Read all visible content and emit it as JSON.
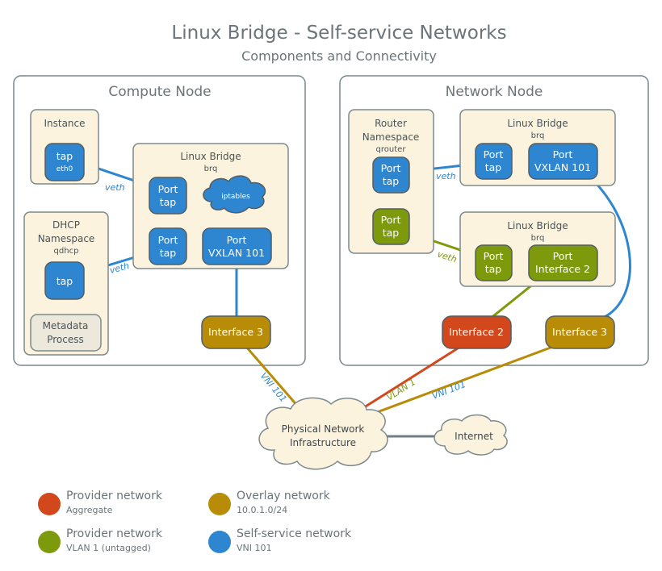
{
  "title": "Linux Bridge - Self-service Networks",
  "subtitle": "Components and Connectivity",
  "compute": {
    "title": "Compute Node",
    "instance": {
      "label": "Instance",
      "tap": "tap",
      "tap_sub": "eth0"
    },
    "dhcp": {
      "label1": "DHCP",
      "label2": "Namespace",
      "sub": "qdhcp",
      "tap": "tap",
      "meta1": "Metadata",
      "meta2": "Process"
    },
    "bridge": {
      "label": "Linux Bridge",
      "sub": "brq",
      "port_tap1_a": "Port",
      "port_tap1_b": "tap",
      "iptables": "iptables",
      "port_tap2_a": "Port",
      "port_tap2_b": "tap",
      "vxlan_a": "Port",
      "vxlan_b": "VXLAN 101"
    },
    "interface3": "Interface 3",
    "veth1": "veth",
    "veth2": "veth"
  },
  "network": {
    "title": "Network Node",
    "router": {
      "label1": "Router",
      "label2": "Namespace",
      "sub": "qrouter",
      "port1_a": "Port",
      "port1_b": "tap",
      "port2_a": "Port",
      "port2_b": "tap"
    },
    "bridge1": {
      "label": "Linux Bridge",
      "sub": "brq",
      "tap_a": "Port",
      "tap_b": "tap",
      "vxlan_a": "Port",
      "vxlan_b": "VXLAN 101"
    },
    "bridge2": {
      "label": "Linux Bridge",
      "sub": "brq",
      "tap_a": "Port",
      "tap_b": "tap",
      "iface_a": "Port",
      "iface_b": "Interface 2"
    },
    "interface2": "Interface 2",
    "interface3": "Interface 3",
    "veth1": "veth",
    "veth2": "veth"
  },
  "physical": {
    "line1": "Physical Network",
    "line2": "Infrastructure"
  },
  "internet": "Internet",
  "links": {
    "vni_left": "VNI 101",
    "vlan": "VLAN 1",
    "vni_right": "VNI 101"
  },
  "colors": {
    "provider_aggregate": "#d2471c",
    "provider_vlan": "#7d9a0c",
    "overlay": "#b98c07",
    "selfservice": "#2d86cf"
  },
  "legend": [
    {
      "label": "Provider network",
      "sub": "Aggregate",
      "color": "#d2471c"
    },
    {
      "label": "Overlay network",
      "sub": "10.0.1.0/24",
      "color": "#b98c07"
    },
    {
      "label": "Provider network",
      "sub": "VLAN 1 (untagged)",
      "color": "#7d9a0c"
    },
    {
      "label": "Self-service network",
      "sub": "VNI 101",
      "color": "#2d86cf"
    }
  ]
}
